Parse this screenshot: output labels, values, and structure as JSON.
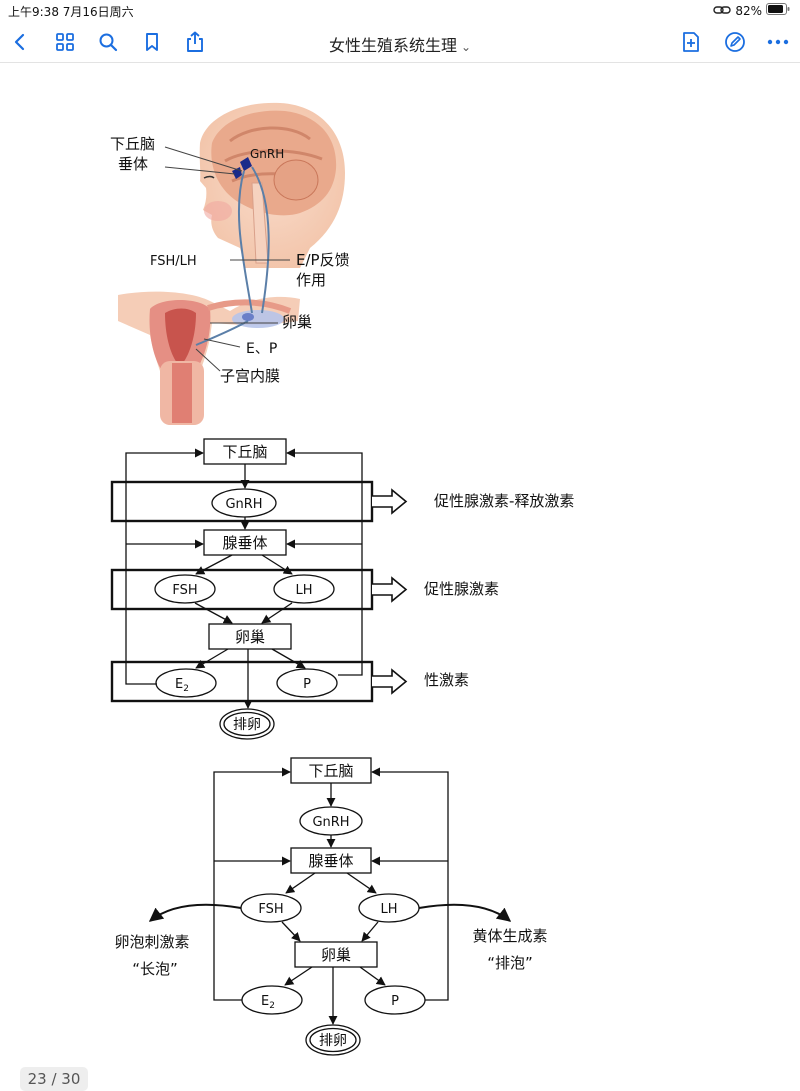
{
  "status": {
    "time_date": "上午9:38   7月16日周六",
    "battery": "82%"
  },
  "toolbar": {
    "title": "女性生殖系统生理",
    "buttons": [
      "back",
      "grid",
      "search",
      "bookmark",
      "share",
      "add",
      "annotate",
      "more"
    ]
  },
  "page_indicator": "23 / 30",
  "illustration": {
    "hypothalamus": "下丘脑",
    "pituitary": "垂体",
    "gnrh": "GnRH",
    "fsh_lh": "FSH/LH",
    "feedback_1": "E/P反馈",
    "feedback_2": "作用",
    "ovary": "卵巢",
    "e_p": "E、P",
    "endometrium": "子宫内膜"
  },
  "diagram1": {
    "hypothalamus": "下丘脑",
    "gnrh": "GnRH",
    "pituitary": "腺垂体",
    "fsh": "FSH",
    "lh": "LH",
    "ovary": "卵巢",
    "e2_base": "E",
    "e2_sub": "2",
    "p": "P",
    "ovulation": "排卵",
    "label_gnrh": "促性腺激素-释放激素",
    "label_gonadotropin": "促性腺激素",
    "label_sex_hormone": "性激素"
  },
  "diagram2": {
    "hypothalamus": "下丘脑",
    "gnrh": "GnRH",
    "pituitary": "腺垂体",
    "fsh": "FSH",
    "lh": "LH",
    "ovary": "卵巢",
    "e2_base": "E",
    "e2_sub": "2",
    "p": "P",
    "ovulation": "排卵",
    "fsh_name": "卵泡刺激素",
    "fsh_role": "“长泡”",
    "lh_name": "黄体生成素",
    "lh_role": "“排泡”"
  }
}
